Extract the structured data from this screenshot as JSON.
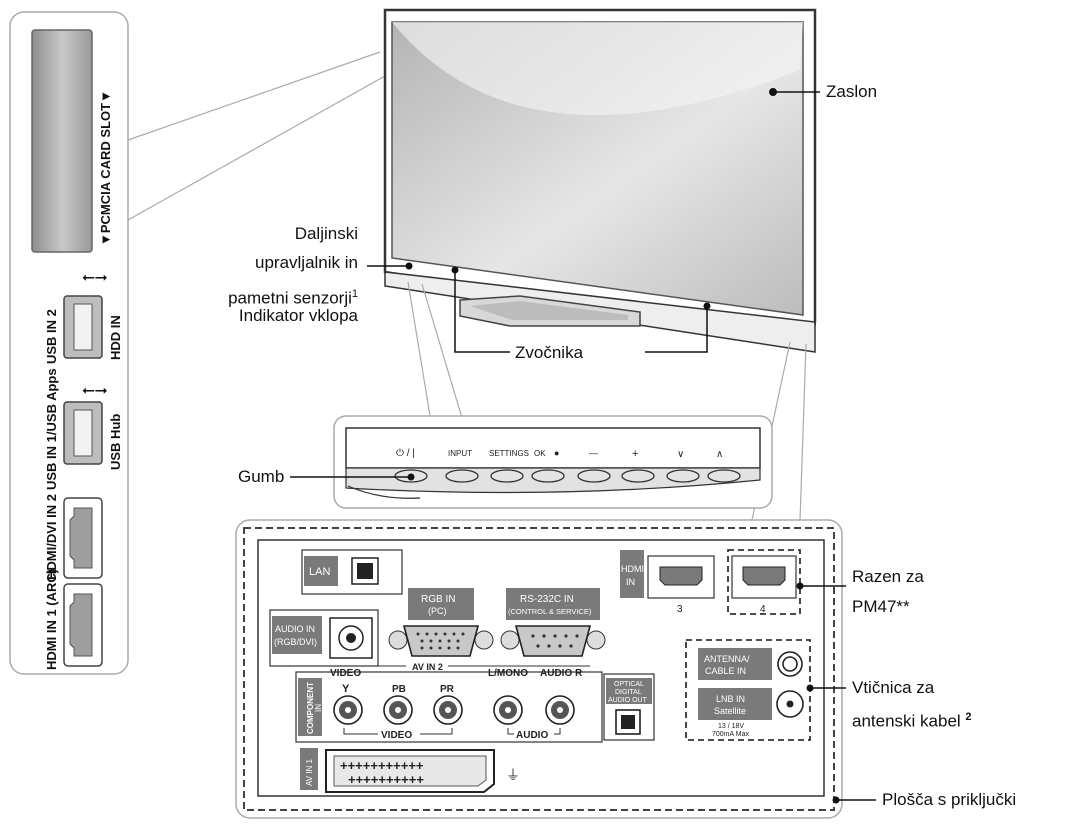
{
  "side_panel": {
    "pcmcia": "▼PCMCIA CARD SLOT▼",
    "usb2": "USB IN 2",
    "hdd": "HDD IN",
    "usb1": "USB IN 1/USB Apps",
    "usbhub": "USB Hub",
    "hdmi2": "HDMI/DVI IN 2",
    "hdmi1": "HDMI IN 1 (ARC)"
  },
  "callouts": {
    "zaslon": "Zaslon",
    "remote_line1": "Daljinski",
    "remote_line2": "upravljalnik in",
    "remote_line3": "pametni senzorji",
    "remote_sup": "1",
    "power_indicator": "Indikator vklopa",
    "speakers": "Zvočnika",
    "button": "Gumb",
    "pm47_line1": "Razen za",
    "pm47_line2": "PM47**",
    "antenna_line1": "Vtičnica za",
    "antenna_line2": "antenski kabel",
    "antenna_sup": "2",
    "panel": "Plošča s priključki"
  },
  "buttons_strip": [
    "⏻ / |",
    "INPUT",
    "SETTINGS",
    "OK",
    "●",
    "—",
    "+",
    "∨",
    "∧"
  ],
  "rear_panel": {
    "lan": "LAN",
    "hdmi_in_line1": "HDMI",
    "hdmi_in_line2": "IN",
    "hdmi3": "3",
    "hdmi4": "4",
    "audio_in_line1": "AUDIO IN",
    "audio_in_line2": "(RGB/DVI)",
    "rgb_in_line1": "RGB IN",
    "rgb_in_line2": "(PC)",
    "rs232_line1": "RS-232C IN",
    "rs232_line2": "(CONTROL & SERVICE)",
    "av_in2": "AV IN 2",
    "video_top": "VIDEO",
    "lmono": "L/MONO",
    "audio_r": "AUDIO R",
    "y": "Y",
    "pb": "PB",
    "pr": "PR",
    "component_line1": "COMPONENT",
    "component_line2": "IN",
    "video_bottom": "VIDEO",
    "audio_bottom": "AUDIO",
    "optical_line1": "OPTICAL",
    "optical_line2": "DIGITAL",
    "optical_line3": "AUDIO OUT",
    "antenna_line1": "ANTENNA/",
    "antenna_line2": "CABLE IN",
    "lnb_line1": "LNB IN",
    "lnb_line2": "Satellite",
    "lnb_line3": "13 / 18V",
    "lnb_line4": "700mA Max",
    "av_in1": "AV IN 1"
  }
}
